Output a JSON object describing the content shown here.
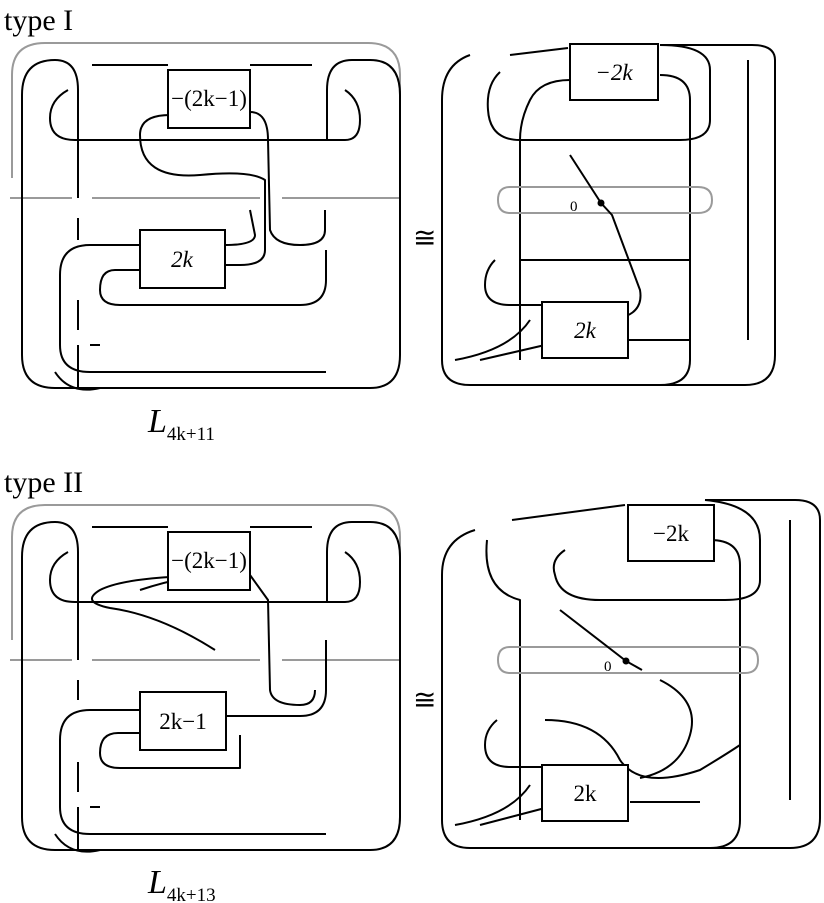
{
  "figure": {
    "panels": [
      {
        "heading": "type I",
        "left_box_top": "−(2k−1)",
        "left_box_bottom": "2k",
        "right_box_top": "−2k",
        "right_box_bottom": "2k",
        "zero_label": "0",
        "equivalence_symbol": "≅",
        "link_name": "L",
        "link_subscript": "4k+11"
      },
      {
        "heading": "type II",
        "left_box_top": "−(2k−1)",
        "left_box_bottom": "2k−1",
        "right_box_top": "−2k",
        "right_box_bottom": "2k",
        "zero_label": "0",
        "equivalence_symbol": "≅",
        "link_name": "L",
        "link_subscript": "4k+13"
      }
    ]
  }
}
